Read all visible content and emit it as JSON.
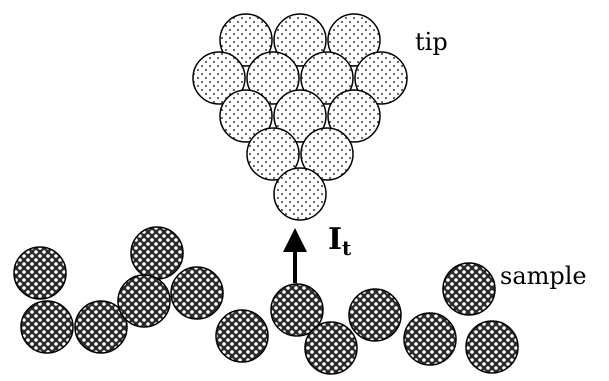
{
  "labels": {
    "tip": "tip",
    "sample": "sample",
    "current_symbol": "I",
    "current_subscript": "t"
  },
  "colors": {
    "stroke": "#000000",
    "tip_atom_fill": "#ffffff",
    "tip_atom_dots": "#000000",
    "sample_atom_fill": "#2b2b2b",
    "sample_atom_pattern_light": "#ffffff",
    "arrow": "#000000"
  },
  "icons": {
    "tip_atom": "dotted-circle",
    "sample_atom": "crosshatched-circle",
    "arrow": "up-arrow"
  }
}
